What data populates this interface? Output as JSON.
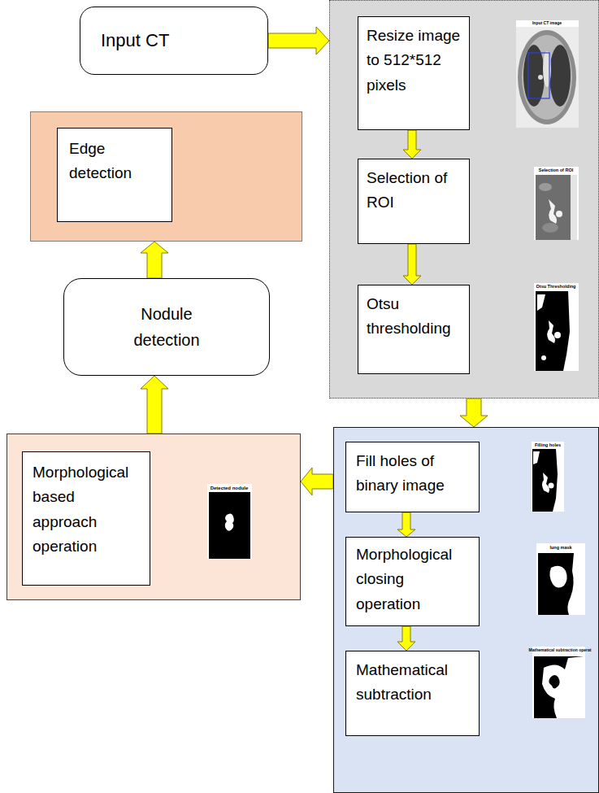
{
  "diagram": {
    "nodes": [
      {
        "text": [
          "Input CT"
        ]
      },
      {
        "text": []
      },
      {
        "text": [
          "Resize image to 512*512 pixels"
        ],
        "in": 1
      },
      {
        "text": [
          "Selection of ROI"
        ],
        "in": 1
      },
      {
        "text": [
          "Otsu thresholding"
        ],
        "in": 1
      },
      {
        "text": []
      },
      {
        "text": [
          "Fill holes of binary image"
        ],
        "in": 5
      },
      {
        "text": [
          "Morphological closing operation"
        ],
        "in": 5
      },
      {
        "text": [
          "Mathematical subtraction"
        ],
        "in": 5
      },
      {
        "text": []
      },
      {
        "text": [
          "Morphological based approach operation"
        ],
        "in": 9
      },
      {
        "text": [
          "Nodule detection"
        ]
      },
      {
        "text": []
      },
      {
        "text": [
          "Edge detection"
        ],
        "in": 12
      }
    ],
    "edges": [
      {
        "from": 0,
        "to": 1,
        "arrow": "to"
      },
      {
        "from": 2,
        "to": 3,
        "arrow": "to"
      },
      {
        "from": 3,
        "to": 4,
        "arrow": "to"
      },
      {
        "from": 1,
        "to": 5,
        "arrow": "to"
      },
      {
        "from": 6,
        "to": 7,
        "arrow": "to"
      },
      {
        "from": 7,
        "to": 8,
        "arrow": "to"
      },
      {
        "from": 5,
        "to": 9,
        "arrow": "to"
      },
      {
        "from": 9,
        "to": 11,
        "arrow": "to"
      },
      {
        "from": 11,
        "to": 12,
        "arrow": "to"
      }
    ],
    "labels": [
      "Input CT image",
      "Selection of ROI",
      "Otsu Thresholding",
      "Filling holes",
      "lung mask",
      "Mathematical subtraction operat",
      "Detected nodule"
    ]
  }
}
